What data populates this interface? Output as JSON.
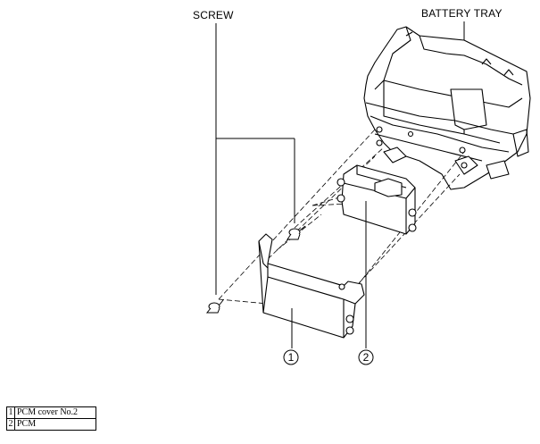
{
  "callouts": {
    "screw": "SCREW",
    "battery_tray": "BATTERY TRAY"
  },
  "markers": {
    "marker_1": "1",
    "marker_2": "2"
  },
  "legend": [
    {
      "num": "1",
      "name": "PCM cover No.2"
    },
    {
      "num": "2",
      "name": "PCM"
    }
  ]
}
